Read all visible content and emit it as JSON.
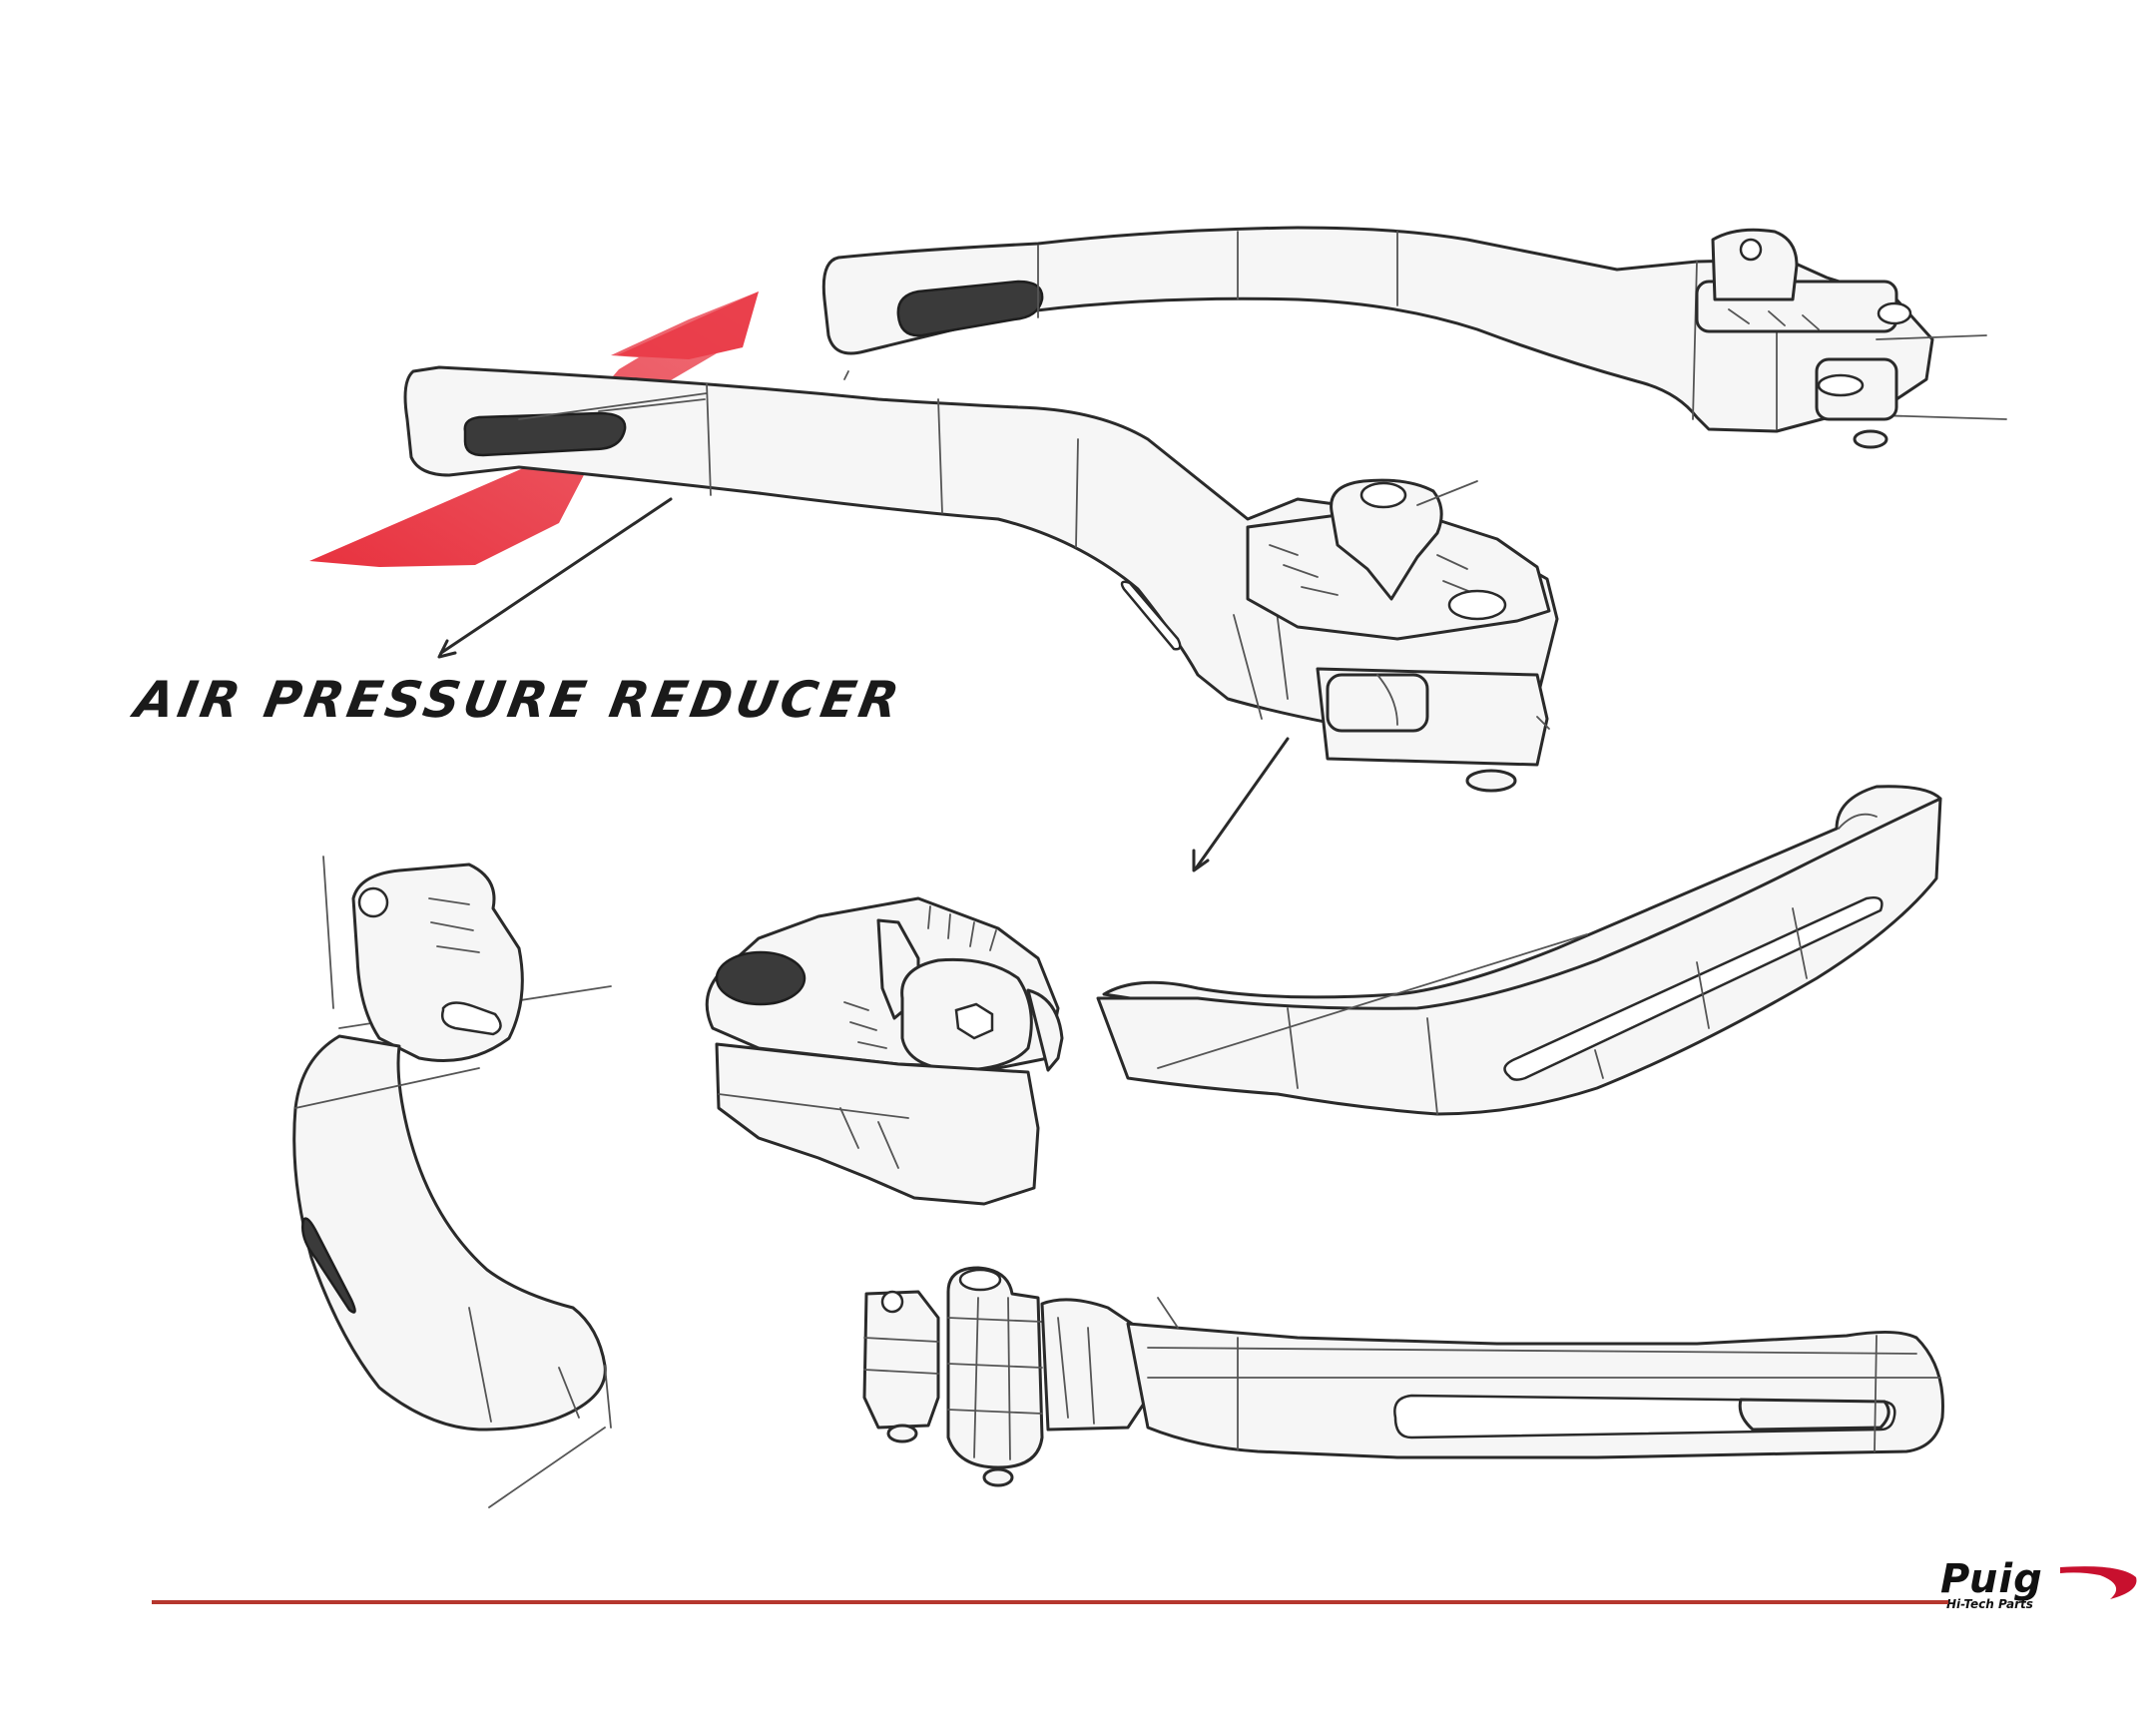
{
  "callout": {
    "label": "AIR PRESSURE REDUCER"
  },
  "brand": {
    "name": "Puig",
    "tagline": "Hi-Tech Parts",
    "accent_color": "#c8102e"
  },
  "colors": {
    "arrow": "#e8323f",
    "footer_rule": "#b5372e",
    "line": "#2a2a2a"
  },
  "icons": [
    "red-flow-arrow",
    "lever-sketch",
    "puig-logo"
  ]
}
